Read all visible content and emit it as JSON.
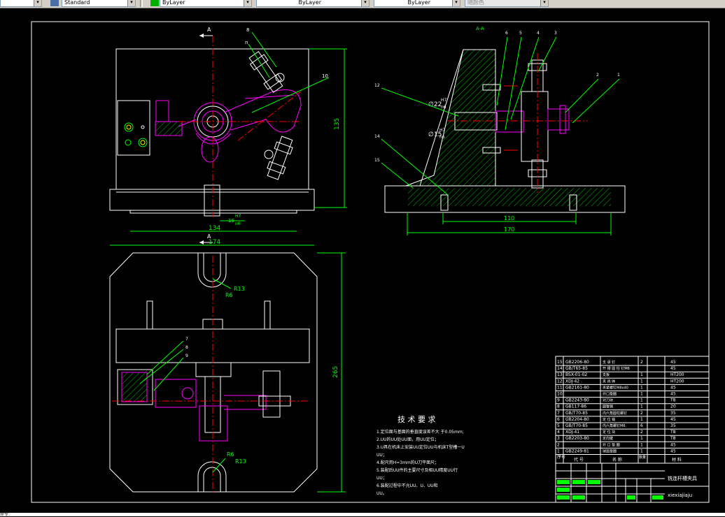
{
  "toolbar": {
    "text_style": "Standard",
    "layer_color": "ByLayer",
    "linetype": "ByLayer",
    "lineweight": "ByLayer",
    "plot_style": "随颜色"
  },
  "drawing": {
    "section_label": "A-A",
    "view_arrow_top": "A",
    "view_arrow_mid": "A",
    "dims": {
      "height_135": "135",
      "width_134": "134",
      "width_174": "174",
      "fit_18": "18",
      "fit_18_upper": "H7",
      "fit_18_lower": "n6",
      "height_265": "265",
      "width_110": "110",
      "width_170": "170",
      "dia_22": "∅22",
      "dia_22_upper": "H7",
      "dia_22_lower": "n6",
      "dia_15": "∅15",
      "dia_15_upper": "H7",
      "dia_15_lower": "n6",
      "r13_top": "R13",
      "r6_top": "R6",
      "r6_bottom": "R6",
      "r13_bottom": "R13"
    },
    "balloons_top": [
      "8",
      "n",
      "10"
    ],
    "balloons_section": [
      "6",
      "5",
      "4",
      "3",
      "2",
      "1",
      "12",
      "14",
      "15"
    ],
    "balloons_bottom": [
      "7",
      "8",
      "9"
    ]
  },
  "tech_requirements": {
    "title": "技 术 要 求",
    "lines": [
      "1.定位面与基面的垂直度误差不大    于0.05mm;",
      "2.UU的UU处UU面，用UU定位；",
      "3.U具在机床上安装UU定位UU与机床T型槽一U",
      "UU；",
      "4.配尺用H=3mm的U刀平面尺；",
      "5.装配后UU件的主要尺寸及相UU精度UU行",
      "UU；",
      "6.装配过程中不允UU、U、UU和",
      "UU。"
    ]
  },
  "bom": {
    "rows": [
      {
        "no": "15",
        "code": "GB2206-80",
        "name": "支 承 钉",
        "qty": "2",
        "mat": "45"
      },
      {
        "no": "14",
        "code": "GB/T65-85",
        "name": "开 槽 圆 柱 钉M6",
        "qty": "",
        "mat": "45"
      },
      {
        "no": "13",
        "code": "BSX-01-02",
        "name": "支板",
        "qty": "1",
        "mat": "HT200"
      },
      {
        "no": "12",
        "code": "XDJ-42",
        "name": "夹 具 体",
        "qty": "1",
        "mat": "HT200"
      },
      {
        "no": "11",
        "code": "GB2161-80",
        "name": "夹紧螺钉M8x40",
        "qty": "1",
        "mat": "45"
      },
      {
        "no": "10",
        "code": "",
        "name": "开口垫圈",
        "qty": "1",
        "mat": "45"
      },
      {
        "no": "9",
        "code": "GB2243-80",
        "name": "对刀块",
        "qty": "1",
        "mat": "T8"
      },
      {
        "no": "8",
        "code": "GB117-86",
        "name": "圆锥销",
        "qty": "1",
        "mat": "20"
      },
      {
        "no": "7",
        "code": "GB/T70-85",
        "name": "内六角圆柱螺钉",
        "qty": "2",
        "mat": "35"
      },
      {
        "no": "6",
        "code": "GB2204-80",
        "name": "定 位 销",
        "qty": "1",
        "mat": "45"
      },
      {
        "no": "5",
        "code": "GB/T70-85",
        "name": "内六角螺钉M6",
        "qty": "6",
        "mat": "35"
      },
      {
        "no": "4",
        "code": "XDJ-41",
        "name": "定 位 块",
        "qty": "2",
        "mat": "T8"
      },
      {
        "no": "3",
        "code": "GB2203-80",
        "name": "定向键",
        "qty": "1",
        "mat": "T8"
      },
      {
        "no": "2",
        "code": "",
        "name": "开 口 垫 圈",
        "qty": "1",
        "mat": "45"
      },
      {
        "no": "1",
        "code": "GB2249-81",
        "name": "球面垫圈",
        "qty": "1",
        "mat": "45"
      }
    ],
    "header_no": "序号",
    "header_code": "代 号",
    "header_name": "名 称",
    "header_qty": "数量",
    "header_mat": "材 料"
  },
  "title_block": {
    "part_name": "铣连杆槽夹具",
    "drawing_no": "xiexiajiaju"
  },
  "cmd": {
    "prompt": "命令:"
  }
}
